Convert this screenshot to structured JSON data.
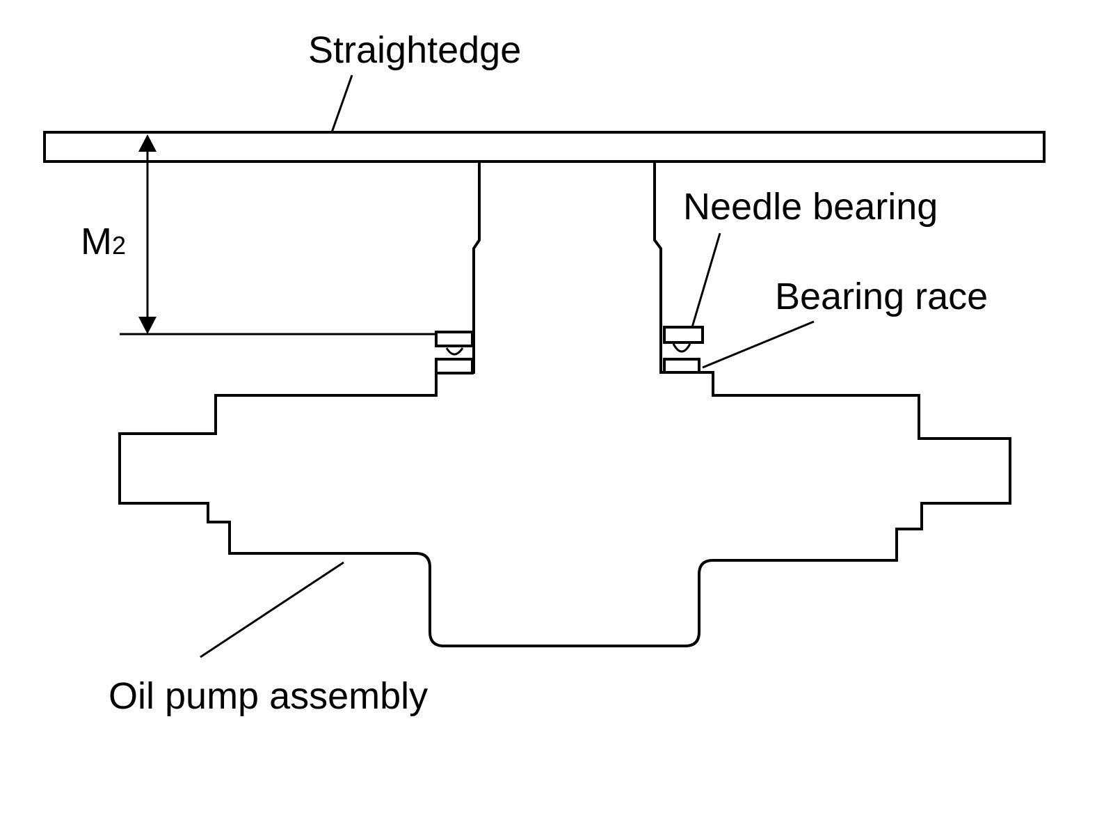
{
  "labels": {
    "straightedge": "Straightedge",
    "needle_bearing": "Needle bearing",
    "bearing_race": "Bearing race",
    "oil_pump_assembly": "Oil pump assembly",
    "measurement_main": "M",
    "measurement_sub": "2"
  },
  "colors": {
    "ink": "#000000",
    "background": "#ffffff"
  }
}
